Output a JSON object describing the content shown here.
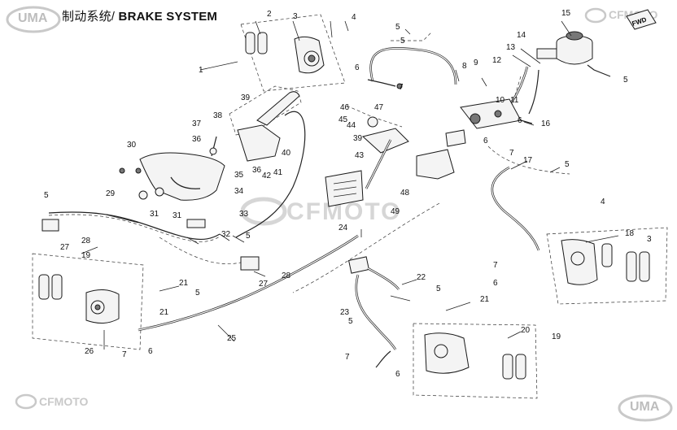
{
  "header": {
    "logo_left": "UMA",
    "logo_right": "CFMOTO",
    "title_cn": "制动系统/",
    "title_en": " BRAKE SYSTEM"
  },
  "fwd_badge": "FWD",
  "watermark": "CFMOTO",
  "footer": {
    "logo_left": "CFMOTO",
    "logo_right": "UMA"
  },
  "callouts": [
    "1",
    "2",
    "3",
    "4",
    "5",
    "6",
    "7",
    "8",
    "9",
    "10",
    "11",
    "12",
    "13",
    "14",
    "15",
    "16",
    "17",
    "18",
    "19",
    "20",
    "21",
    "22",
    "23",
    "24",
    "25",
    "26",
    "27",
    "28",
    "29",
    "30",
    "31",
    "32",
    "33",
    "34",
    "35",
    "36",
    "37",
    "38",
    "39",
    "40",
    "41",
    "42",
    "43",
    "44",
    "45",
    "46",
    "47",
    "48",
    "49",
    "3",
    "4",
    "5",
    "5",
    "5",
    "5",
    "5",
    "5",
    "5",
    "5",
    "6",
    "6",
    "6",
    "6",
    "6",
    "7",
    "7",
    "7",
    "7",
    "19",
    "21",
    "21",
    "27",
    "28",
    "31",
    "36",
    "39"
  ],
  "colors": {
    "line": "#222222",
    "logo": "#c9c9c9",
    "background": "#ffffff"
  }
}
